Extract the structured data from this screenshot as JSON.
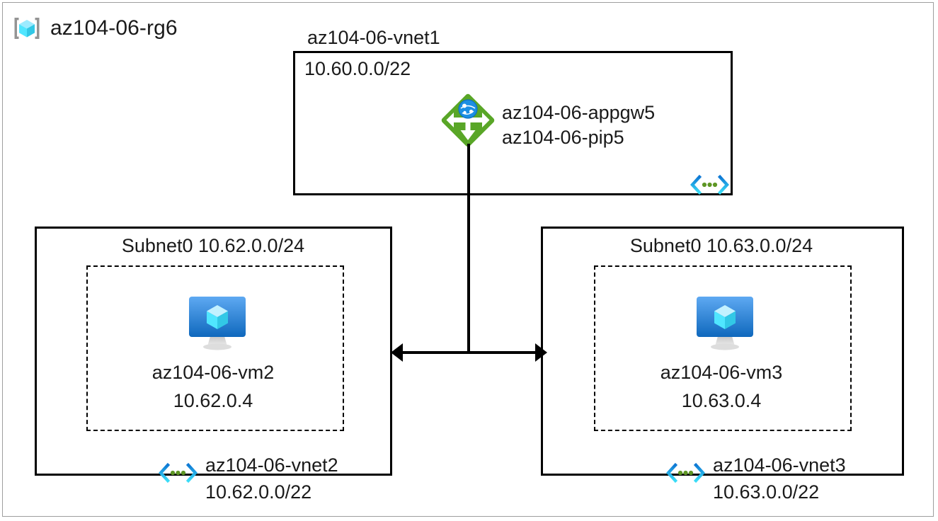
{
  "diagram": {
    "title": "az104-06-rg6",
    "resource_group": {
      "name": "az104-06-rg6",
      "icon": "resource-group-cube-icon"
    },
    "vnet1": {
      "name": "az104-06-vnet1",
      "cidr": "10.60.0.0/22",
      "icon": "virtual-network-icon",
      "gateway": {
        "icon": "application-gateway-icon",
        "name": "az104-06-appgw5",
        "public_ip": "az104-06-pip5"
      }
    },
    "left_vnet": {
      "subnet_header": "Subnet0 10.62.0.0/24",
      "vm": {
        "icon": "virtual-machine-icon",
        "name": "az104-06-vm2",
        "ip": "10.62.0.4"
      },
      "vnet_icon": "virtual-network-icon",
      "vnet_name": "az104-06-vnet2",
      "vnet_cidr": "10.62.0.0/22"
    },
    "right_vnet": {
      "subnet_header": "Subnet0 10.63.0.0/24",
      "vm": {
        "icon": "virtual-machine-icon",
        "name": "az104-06-vm3",
        "ip": "10.63.0.4"
      },
      "vnet_icon": "virtual-network-icon",
      "vnet_name": "az104-06-vnet3",
      "vnet_cidr": "10.63.0.0/22"
    },
    "connector": {
      "type": "bidirectional-peering-arrow",
      "from": "az104-06-vnet2",
      "to": "az104-06-vnet3"
    },
    "colors": {
      "appgw_green": "#59A627",
      "appgw_globe_blue": "#0078D4",
      "vm_screen_blue_top": "#4FA3F0",
      "vm_screen_blue_bottom": "#0F6CBD",
      "cube_cyan": "#50E6FF",
      "cube_light": "#C3F1FF",
      "vnet_bracket_cyan": "#32D4F5",
      "vnet_bracket_blue": "#0078D4",
      "vnet_dot_green": "#5E9624",
      "rg_bracket_gray": "#949494",
      "box_border": "#000000",
      "frame_border": "#9E9E9E"
    }
  }
}
